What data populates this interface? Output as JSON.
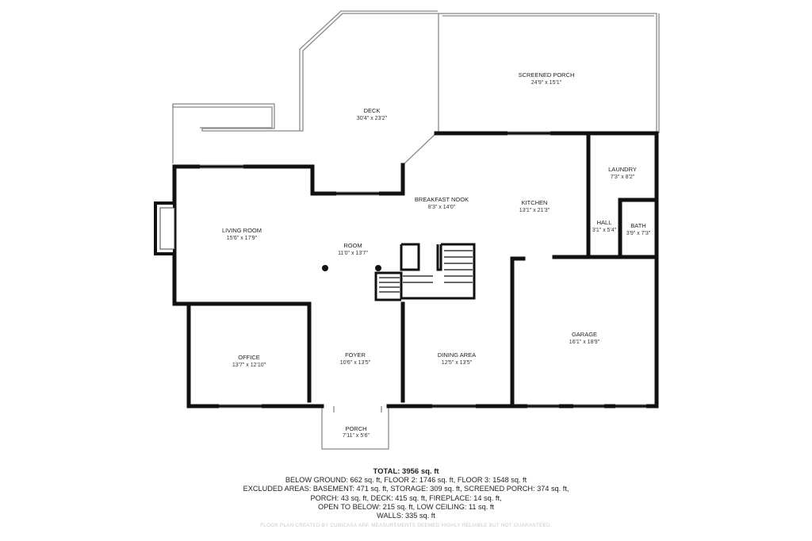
{
  "rooms": {
    "screened_porch": {
      "name": "SCREENED PORCH",
      "dims": "24'9\" x 15'1\""
    },
    "deck": {
      "name": "DECK",
      "dims": "30'4\" x 23'2\""
    },
    "laundry": {
      "name": "LAUNDRY",
      "dims": "7'3\" x 8'2\""
    },
    "breakfast_nook": {
      "name": "BREAKFAST NOOK",
      "dims": "8'3\" x 14'0\""
    },
    "kitchen": {
      "name": "KITCHEN",
      "dims": "13'1\" x 21'3\""
    },
    "living_room": {
      "name": "LIVING ROOM",
      "dims": "15'6\" x 17'9\""
    },
    "hall": {
      "name": "HALL",
      "dims": "3'1\" x 5'4\""
    },
    "bath": {
      "name": "BATH",
      "dims": "3'9\" x 7'3\""
    },
    "room": {
      "name": "ROOM",
      "dims": "11'0\" x 13'7\""
    },
    "garage": {
      "name": "GARAGE",
      "dims": "16'1\" x 18'9\""
    },
    "office": {
      "name": "OFFICE",
      "dims": "13'7\" x 12'10\""
    },
    "foyer": {
      "name": "FOYER",
      "dims": "10'6\" x 13'5\""
    },
    "dining_area": {
      "name": "DINING AREA",
      "dims": "12'5\" x 13'5\""
    },
    "porch": {
      "name": "PORCH",
      "dims": "7'11\" x 5'6\""
    }
  },
  "summary": {
    "total": "TOTAL: 3956 sq. ft",
    "line1": "BELOW GROUND: 662 sq. ft, FLOOR 2: 1746 sq. ft, FLOOR 3: 1548 sq. ft",
    "line2": "EXCLUDED AREAS: BASEMENT: 471 sq. ft, STORAGE: 309 sq. ft, SCREENED PORCH: 374 sq. ft,",
    "line3": "PORCH: 43 sq. ft, DECK: 415 sq. ft, FIREPLACE: 14 sq. ft,",
    "line4": "OPEN TO BELOW: 215 sq. ft, LOW CEILING: 11 sq. ft",
    "line5": "WALLS: 335 sq. ft"
  },
  "footer_note": "FLOOR PLAN CREATED BY CUBICASA APP. MEASUREMENTS DEEMED HIGHLY RELIABLE BUT NOT GUARANTEED.",
  "colors": {
    "wall": "#111111",
    "thin_wall": "#888888",
    "window": "#999999",
    "text": "#222222",
    "footer": "#c9c9c9"
  }
}
